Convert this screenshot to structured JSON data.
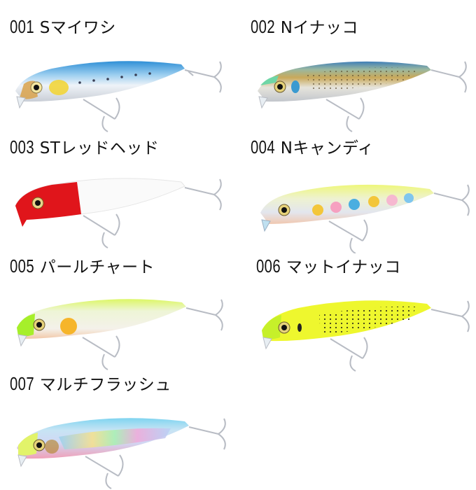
{
  "variants": [
    {
      "code": "001",
      "name": "Sマイワシ",
      "colors": {
        "back": "#2e8fd6",
        "belly": "#f2f5f8",
        "mid": "#cfe2f2",
        "head": "#d9a24a",
        "spot": "#f2d53a",
        "dots": "#3a3f55"
      }
    },
    {
      "code": "002",
      "name": "Nイナッコ",
      "colors": {
        "back": "#3f7fb8",
        "belly": "#eef0f2",
        "mid": "#c9a95a",
        "head": "#6fd6a6",
        "spot": "#3a9ad0",
        "dots": "#5a4a2a"
      }
    },
    {
      "code": "003",
      "name": "STレッドヘッド",
      "colors": {
        "back": "#f4f4f4",
        "belly": "#ffffff",
        "mid": "#f8f8f8",
        "head": "#e0151b",
        "spot": "#e0151b",
        "dots": "none"
      }
    },
    {
      "code": "004",
      "name": "Nキャンディ",
      "colors": {
        "back": "#eef77a",
        "belly": "#e9e6ee",
        "mid": "#e3e8ef",
        "head": "#e9f566",
        "spot": "#f3c63a",
        "dots": "#f6a0c0,#4aaee0,#f3c63a,#f6a0c0,#7fc6ee"
      }
    },
    {
      "code": "005",
      "name": "パールチャート",
      "colors": {
        "back": "#dcf766",
        "belly": "#f7ecdf",
        "mid": "#f5f5ef",
        "head": "#a6ef2a",
        "spot": "#f6b52a",
        "dots": "none"
      }
    },
    {
      "code": "006",
      "name": "マットイナッコ",
      "colors": {
        "back": "#eef72e",
        "belly": "#f0f55a",
        "mid": "#e8f542",
        "head": "#c6f02a",
        "spot": "#222222",
        "dots": "#3a3a1a"
      }
    },
    {
      "code": "007",
      "name": "マルチフラッシュ",
      "colors": {
        "back": "#7fd4f0",
        "belly": "#f0a0b8",
        "mid": "#c7d4f2",
        "head": "#e2f36a",
        "spot": "#b88a3a",
        "dots": "holo"
      }
    }
  ]
}
